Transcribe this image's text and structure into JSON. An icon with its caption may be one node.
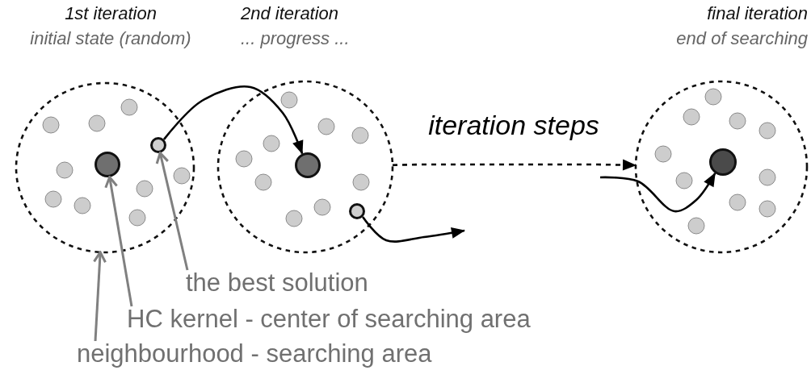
{
  "diagram": {
    "nodes": [
      {
        "text": [
          "1st iteration",
          "initial state (random)"
        ]
      },
      {
        "text": [],
        "shape": "circle",
        "in": 0
      },
      {
        "text": [],
        "shape": "circle",
        "in": 0
      },
      {
        "text": [
          "2nd iteration",
          "... progress ..."
        ]
      },
      {
        "text": [],
        "shape": "circle",
        "in": 3
      },
      {
        "text": [],
        "shape": "circle",
        "in": 3
      },
      {
        "text": [
          "final iteration",
          "end of searching"
        ]
      },
      {
        "text": [],
        "shape": "circle",
        "in": 6
      },
      {
        "text": [
          "the best solution"
        ]
      },
      {
        "text": [
          "HC kernel - center of searching area"
        ]
      },
      {
        "text": [
          "neighbourhood - searching area"
        ]
      }
    ],
    "edges": [
      {
        "from": 2,
        "to": 4,
        "arrow": "to"
      },
      {
        "from": 3,
        "to": 6,
        "arrow": "to",
        "style": "dashed",
        "label": "iteration steps"
      },
      {
        "from": 5,
        "to": null,
        "arrow": "to"
      },
      {
        "from": null,
        "to": 7,
        "arrow": "to"
      },
      {
        "from": 8,
        "to": 2,
        "arrow": "to",
        "color": "#808080"
      },
      {
        "from": 9,
        "to": 1,
        "arrow": "to",
        "color": "#808080"
      },
      {
        "from": 10,
        "to": 0,
        "arrow": "to",
        "color": "#808080"
      }
    ]
  }
}
